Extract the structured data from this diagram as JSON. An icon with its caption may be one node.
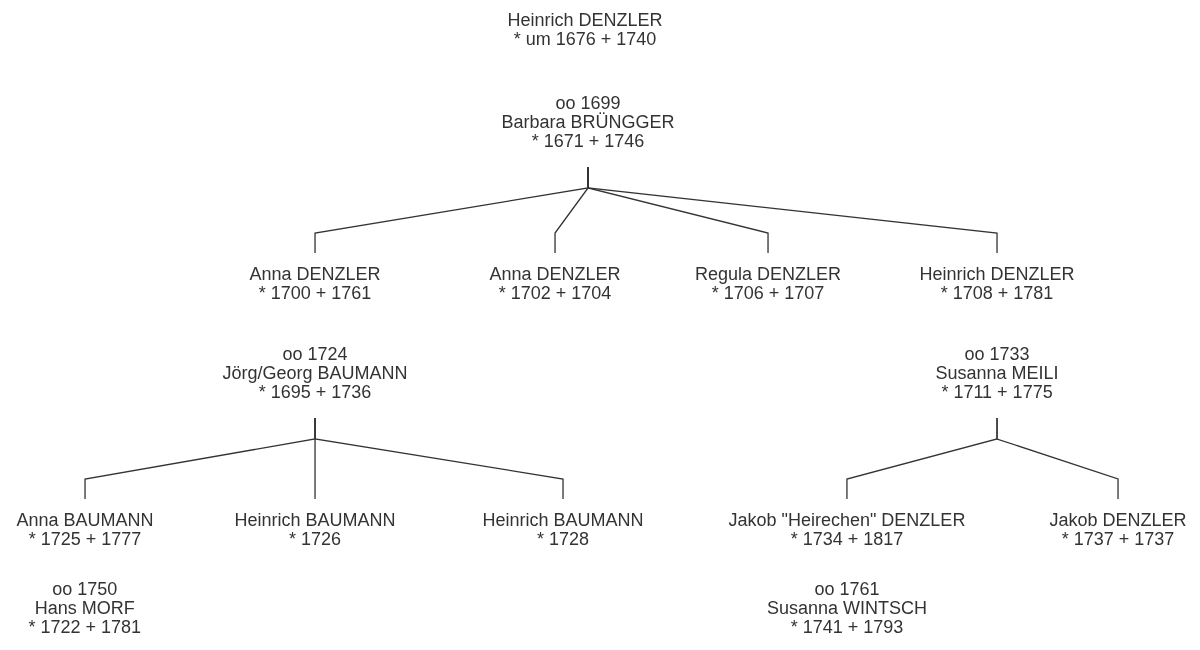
{
  "diagram": {
    "nodes": [
      {
        "text": [
          "Heinrich DENZLER",
          "* um 1676 + 1740"
        ]
      },
      {
        "text": [
          "oo 1699",
          "Barbara BRÜNGGER",
          "* 1671 + 1746"
        ]
      },
      {
        "text": [
          "Anna DENZLER",
          "* 1700 + 1761"
        ]
      },
      {
        "text": [
          "Anna DENZLER",
          "* 1702 + 1704"
        ]
      },
      {
        "text": [
          "Regula DENZLER",
          "* 1706 + 1707"
        ]
      },
      {
        "text": [
          "Heinrich DENZLER",
          "* 1708 + 1781"
        ]
      },
      {
        "text": [
          "oo 1724",
          "Jörg/Georg BAUMANN",
          "* 1695 + 1736"
        ]
      },
      {
        "text": [
          "oo 1733",
          "Susanna MEILI",
          "* 1711 + 1775"
        ]
      },
      {
        "text": [
          "Anna BAUMANN",
          "* 1725 + 1777"
        ]
      },
      {
        "text": [
          "Heinrich BAUMANN",
          "* 1726"
        ]
      },
      {
        "text": [
          "Heinrich BAUMANN",
          "* 1728"
        ]
      },
      {
        "text": [
          "Jakob \"Heirechen\" DENZLER",
          "* 1734 + 1817"
        ]
      },
      {
        "text": [
          "Jakob DENZLER",
          "* 1737 + 1737"
        ]
      },
      {
        "text": [
          "oo 1750",
          "Hans MORF",
          "* 1722 + 1781"
        ]
      },
      {
        "text": [
          "oo 1761",
          "Susanna WINTSCH",
          "* 1741 + 1793"
        ]
      }
    ],
    "edges": [
      {
        "from": 1,
        "to": 2,
        "arrow": "none"
      },
      {
        "from": 1,
        "to": 3,
        "arrow": "none"
      },
      {
        "from": 1,
        "to": 4,
        "arrow": "none"
      },
      {
        "from": 1,
        "to": 5,
        "arrow": "none"
      },
      {
        "from": 6,
        "to": 8,
        "arrow": "none"
      },
      {
        "from": 6,
        "to": 9,
        "arrow": "none"
      },
      {
        "from": 6,
        "to": 10,
        "arrow": "none"
      },
      {
        "from": 7,
        "to": 11,
        "arrow": "none"
      },
      {
        "from": 7,
        "to": 12,
        "arrow": "none"
      }
    ]
  }
}
